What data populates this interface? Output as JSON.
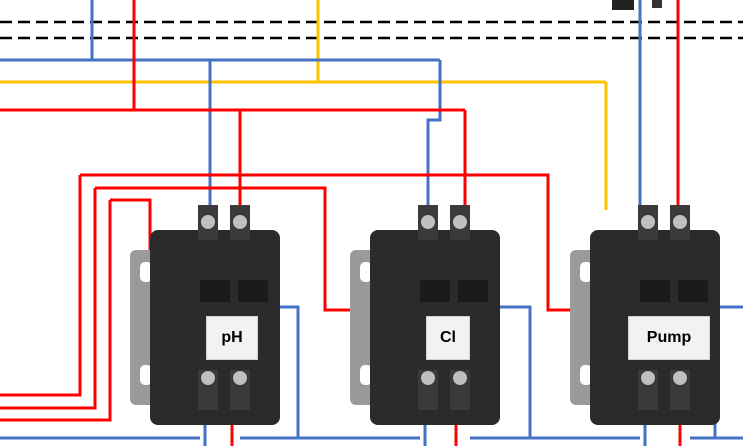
{
  "diagram": {
    "contactors": [
      {
        "id": "ph",
        "label": "pH"
      },
      {
        "id": "cl",
        "label": "Cl"
      },
      {
        "id": "pump",
        "label": "Pump"
      }
    ],
    "colors": {
      "blue": "#4472c4",
      "red": "#ff0000",
      "yellow": "#ffc000",
      "dashed": "#000000",
      "contactor_body": "#2b2b2b",
      "contactor_mount": "#9a9a9a"
    }
  }
}
